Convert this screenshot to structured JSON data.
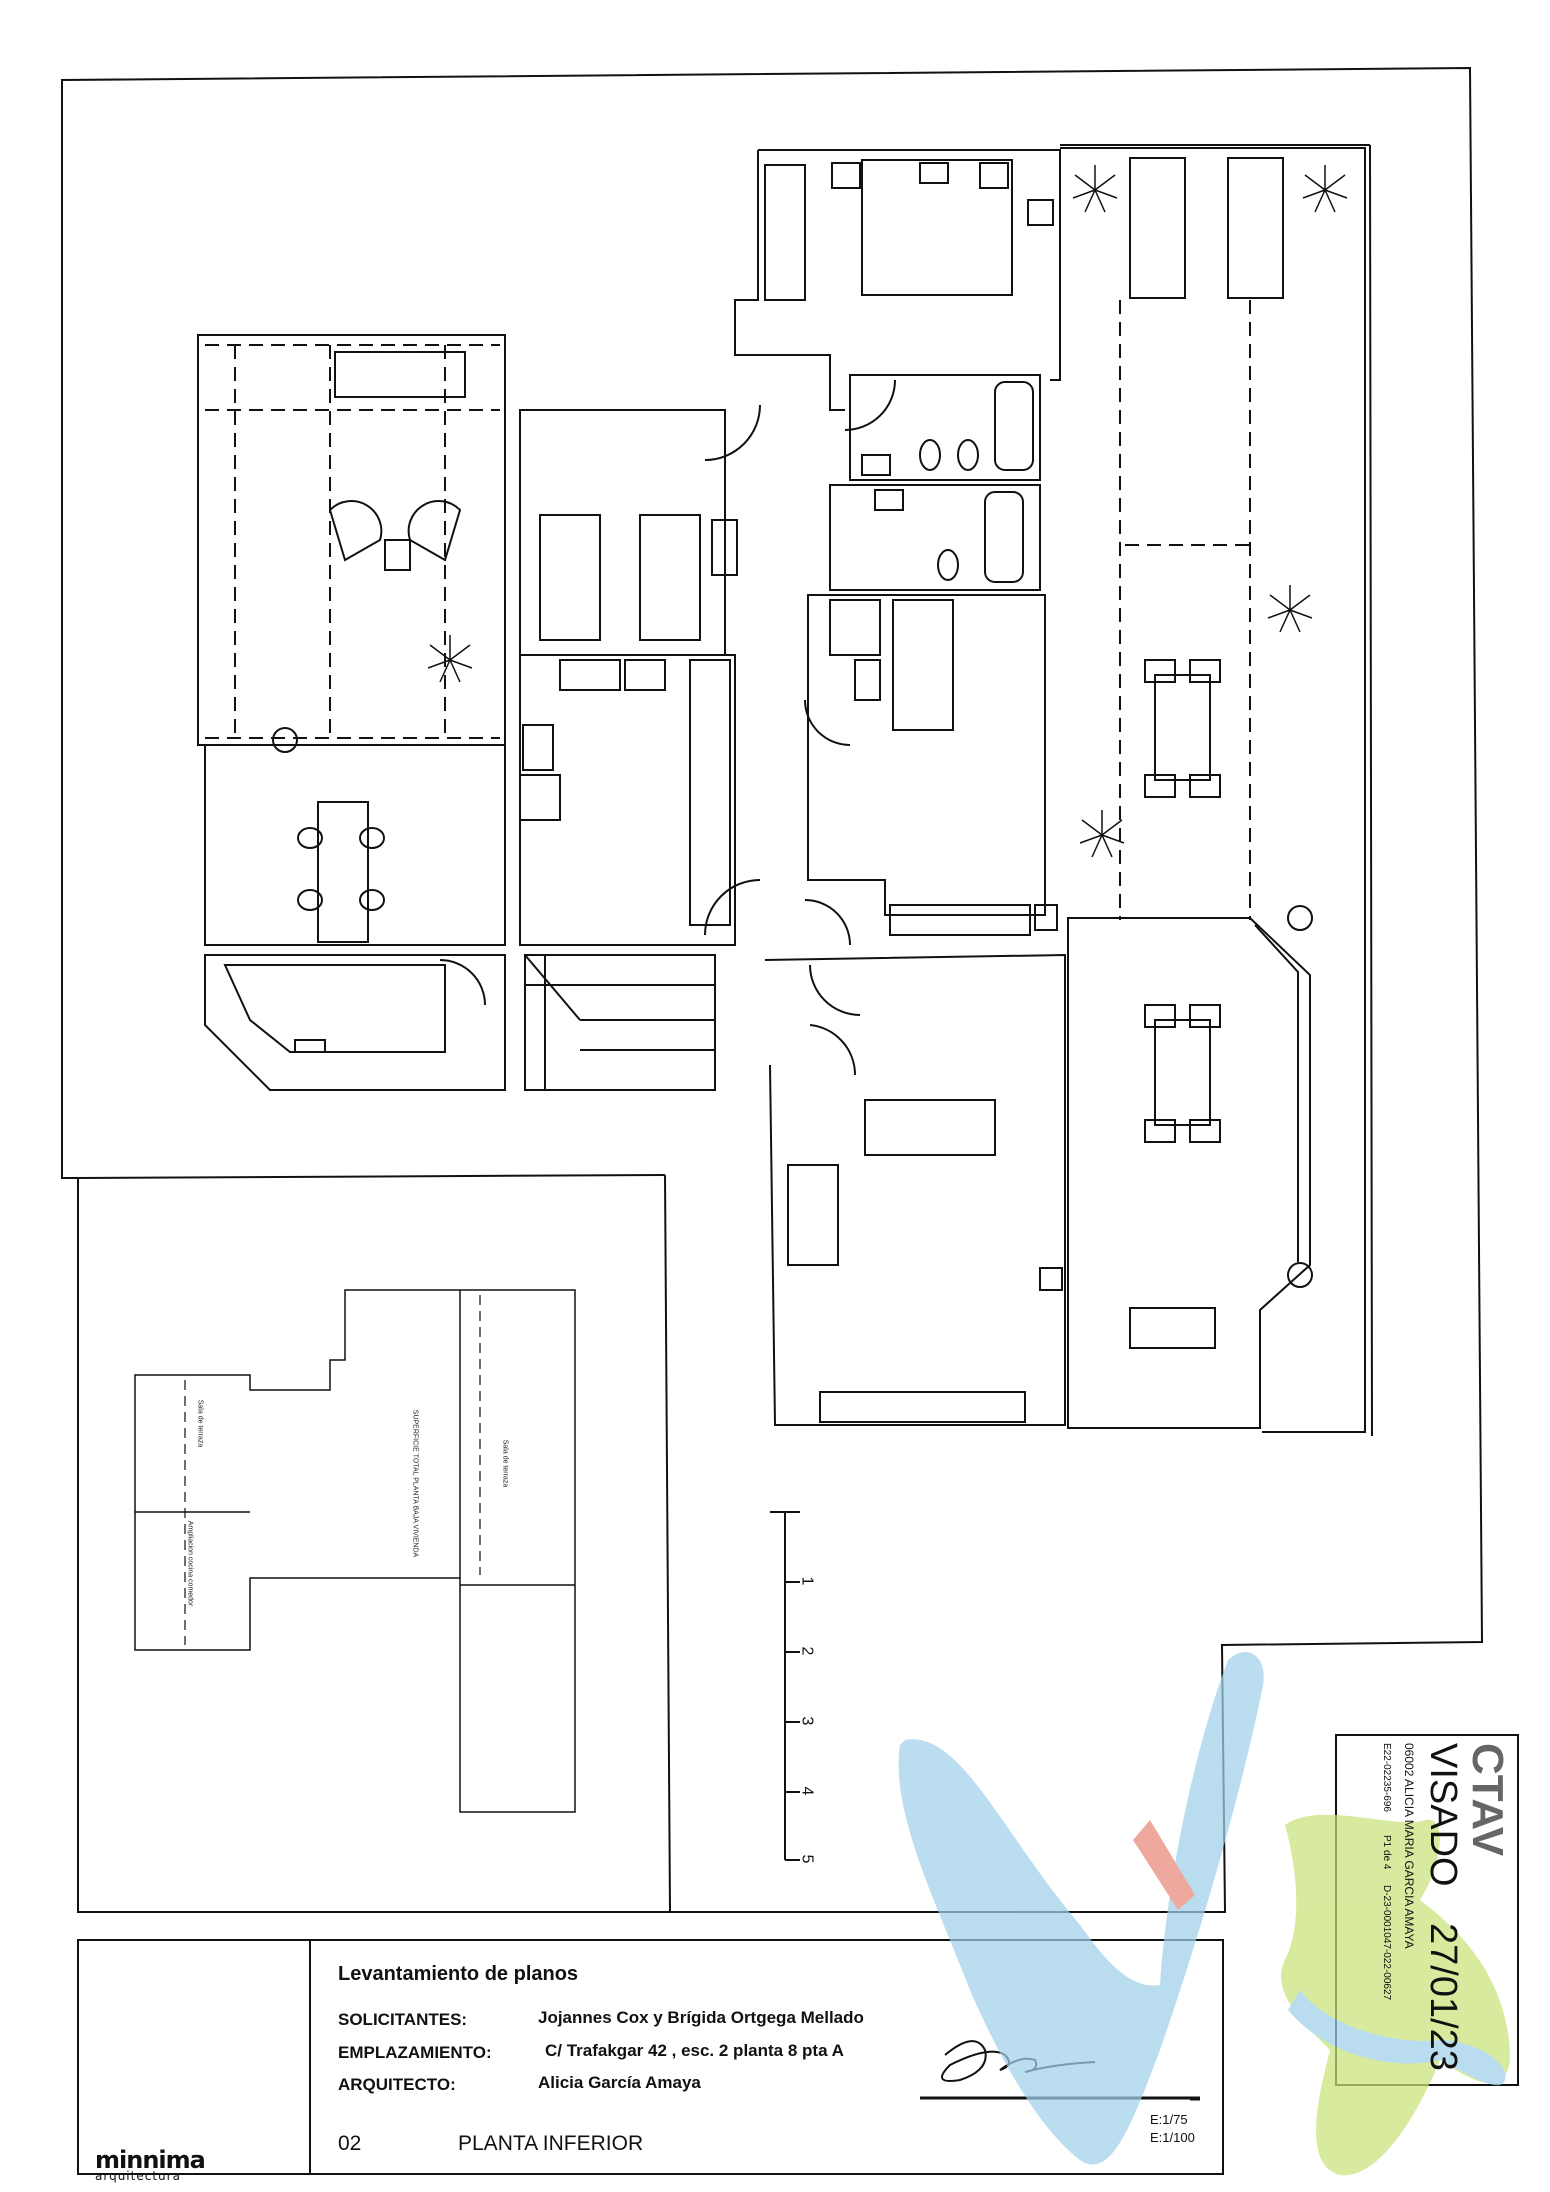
{
  "title_block": {
    "project_title": "Levantamiento de planos",
    "rows": [
      {
        "label": "SOLICITANTES:",
        "value": "Jojannes Cox y Brígida Ortgega Mellado"
      },
      {
        "label": "EMPLAZAMIENTO:",
        "value": "C/ Trafakgar 42 , esc. 2 planta 8 pta A"
      },
      {
        "label": "ARQUITECTO:",
        "value": "Alicia García Amaya"
      }
    ],
    "sheet_number": "02",
    "sheet_name": "PLANTA INFERIOR",
    "scale_1": "E:1/75",
    "scale_2": "E:1/100",
    "logo_line1": "minnima",
    "logo_line2": "arquitectura"
  },
  "stamp": {
    "org": "CTAV",
    "word": "VISADO",
    "date": "27/01/23",
    "line1": "06002 ALICIA MARIA GARCIA AMAYA",
    "line2": "E22-02235-696",
    "line3": "P1 de 4",
    "line4": "D-23-0001047-022-00627"
  },
  "scale_bar": {
    "marks": [
      "1",
      "2",
      "3",
      "4",
      "5"
    ]
  },
  "key_plan_labels": [
    "SUPERFICIE TOTAL PLANTA BAJA VIVIENDA",
    "Sala de terraza",
    "Sala de terraza",
    "Ampliacion cocina comedor"
  ],
  "colors": {
    "line": "#111111",
    "watermark_blue": "#9fd0ea",
    "watermark_green": "#c9e27a",
    "watermark_red": "#e8877a"
  }
}
